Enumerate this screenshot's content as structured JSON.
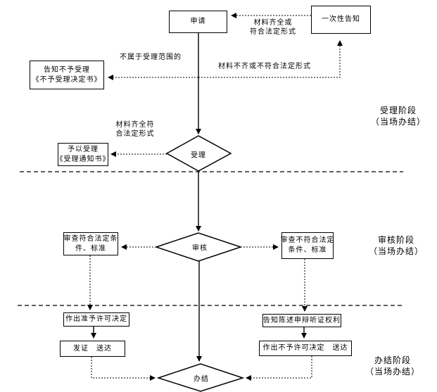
{
  "nodes": {
    "apply": {
      "lines": [
        "申请"
      ]
    },
    "one_time_notice": {
      "lines": [
        "一次性告知"
      ]
    },
    "reject_notice": {
      "lines": [
        "告知不予受理",
        "《不予受理决定书》"
      ]
    },
    "accept_notice": {
      "lines": [
        "予以受理",
        "《受理通知书》"
      ]
    },
    "accept_decision": {
      "label": "受理"
    },
    "audit_decision": {
      "label": "审核"
    },
    "review_pass": {
      "lines": [
        "审查符合法定条",
        "件、标准"
      ]
    },
    "review_fail": {
      "lines": [
        "审查不符合法定",
        "条件、标准"
      ]
    },
    "grant_decision": {
      "lines": [
        "作出准予许可决定"
      ]
    },
    "issue_deliver": {
      "lines": [
        "发证　送达"
      ]
    },
    "inform_rights": {
      "lines": [
        "告知陈述申辩听证权利"
      ]
    },
    "deny_decision": {
      "lines": [
        "作出不予许可决定　送达"
      ]
    },
    "complete_decision": {
      "label": "办结"
    }
  },
  "edge_labels": {
    "materials_complete": {
      "lines": [
        "材料齐全或",
        "符合法定形式"
      ]
    },
    "materials_incomplete": "材料不齐或不符合法定形式",
    "out_of_scope": "不属于受理范围的",
    "materials_conform": {
      "lines": [
        "材料齐全符",
        "合法定形式"
      ]
    }
  },
  "stages": [
    {
      "name": "受理阶段",
      "note": "（当场办结）"
    },
    {
      "name": "审核阶段",
      "note": "（当场办结）"
    },
    {
      "name": "办结阶段",
      "note": "（当场办结）"
    }
  ],
  "colors": {
    "line": "#000000",
    "background": "#ffffff"
  }
}
